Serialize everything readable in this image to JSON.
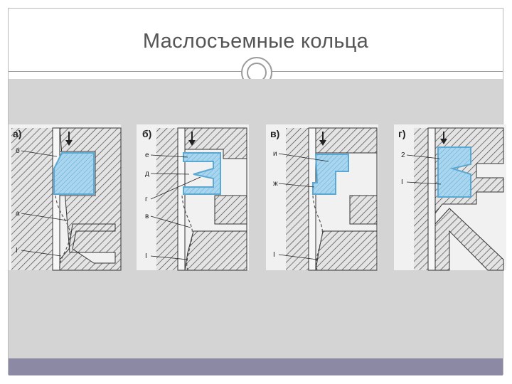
{
  "slide": {
    "title": "Маслосъемные кольца"
  },
  "figure": {
    "panels": [
      {
        "tag": "а)",
        "labels": [
          "б",
          "а",
          "I"
        ]
      },
      {
        "tag": "б)",
        "labels": [
          "е",
          "д",
          "г",
          "в",
          "I"
        ]
      },
      {
        "tag": "в)",
        "labels": [
          "и",
          "ж",
          "I"
        ]
      },
      {
        "tag": "г)",
        "labels": [
          "2",
          "I"
        ]
      }
    ]
  },
  "colors": {
    "title": "#555555",
    "content_bg": "#d4d4d4",
    "footer_bar": "#8b89a4",
    "ring_fill": "#a9d6ee",
    "ring_edge": "#5aa9d4"
  }
}
